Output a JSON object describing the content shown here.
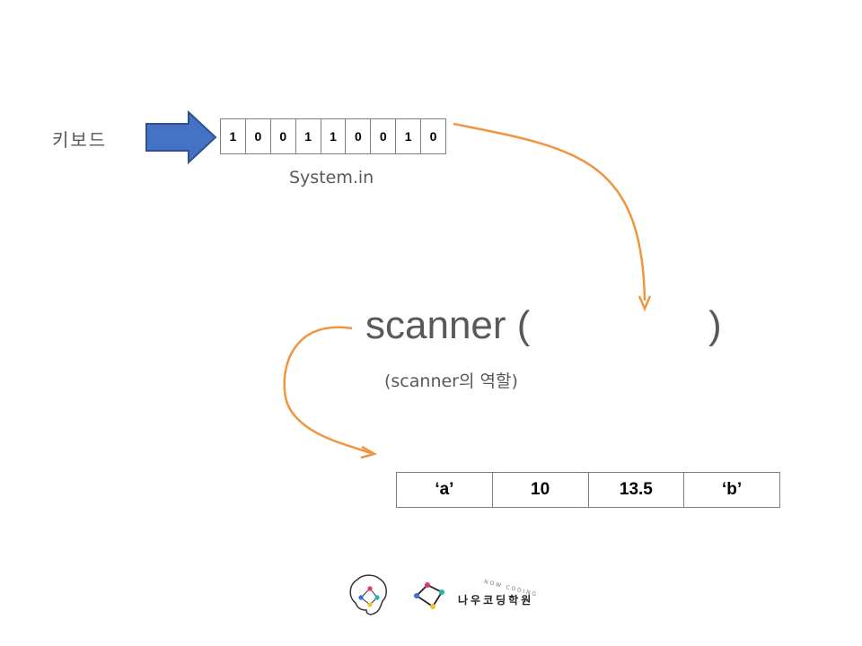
{
  "keyboard_label": "키보드",
  "bits": [
    "1",
    "0",
    "0",
    "1",
    "1",
    "0",
    "0",
    "1",
    "0"
  ],
  "system_in_label": "System.in",
  "scanner": {
    "title": "scanner (",
    "close_paren": ")",
    "role_caption": "(scanner의 역할)"
  },
  "values": [
    "‘a’",
    "10",
    "13.5",
    "‘b’"
  ],
  "logo": {
    "arc_text": "NOW CODING",
    "name": "나우코딩학원"
  },
  "colors": {
    "arrow_fill": "#4472c4",
    "arrow_stroke": "#2f528f",
    "flow_arrow": "#f0953f",
    "text_gray": "#595959"
  }
}
